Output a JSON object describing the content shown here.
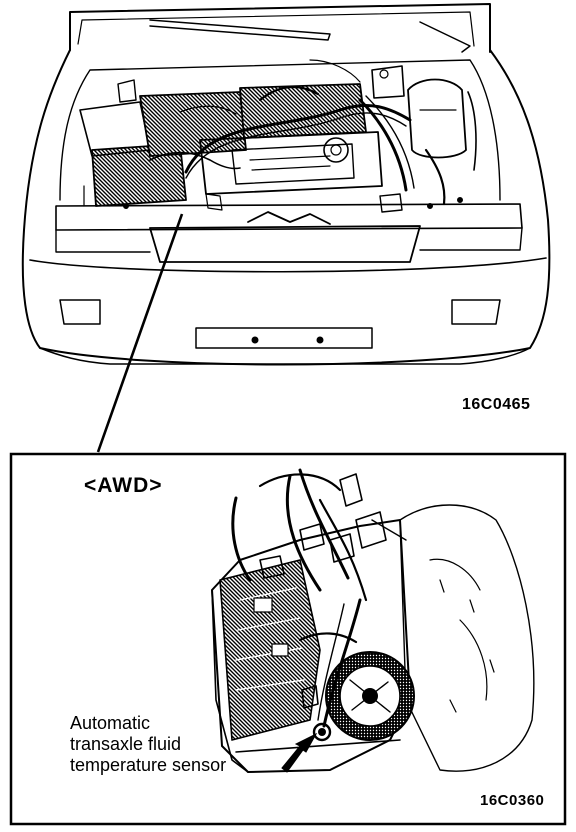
{
  "labels": {
    "figure_id_top": "16C0465",
    "variant_tag": "<AWD>",
    "callout_lines": [
      "Automatic",
      "transaxle fluid",
      "temperature sensor"
    ],
    "figure_id_bottom": "16C0360"
  },
  "colors": {
    "ink": "#000000",
    "paper": "#ffffff",
    "shade": "#1a1a1a"
  }
}
